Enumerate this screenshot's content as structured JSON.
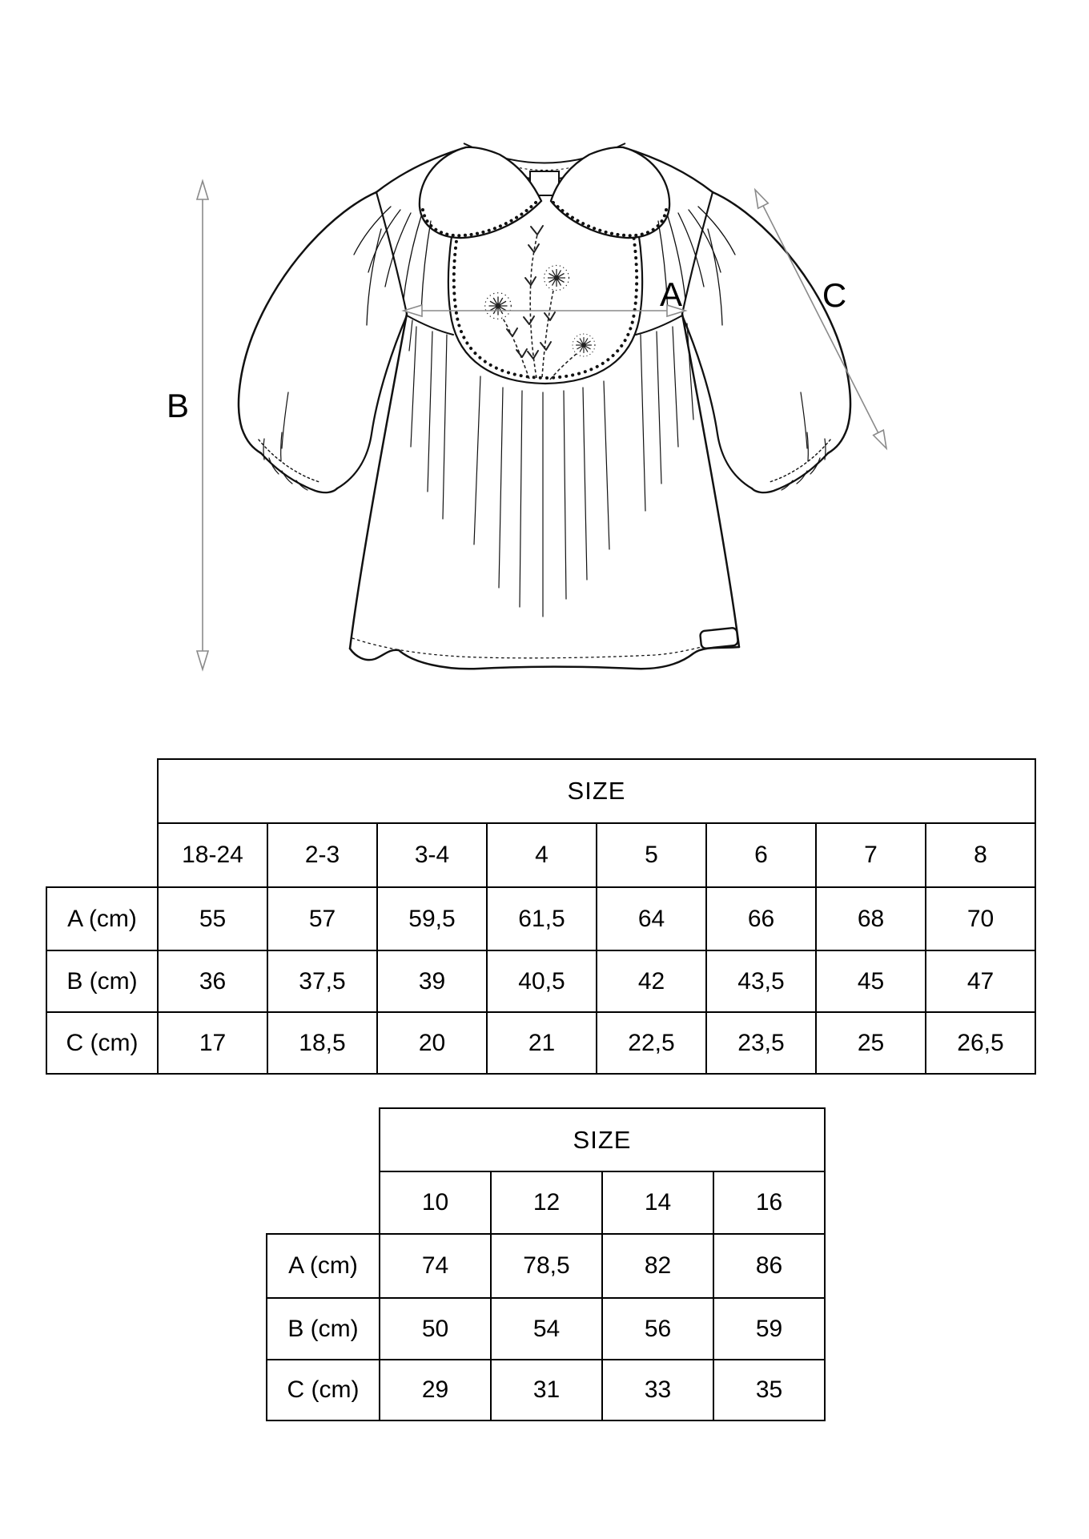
{
  "figure": {
    "description": "technical flat sketch of a girls blouse with peter-pan collar, embroidered bib and puff sleeves",
    "dimension_labels": {
      "chest_width": "A",
      "length": "B",
      "sleeve": "C"
    },
    "colors": {
      "line": "#111111",
      "arrow": "#8a8a8a",
      "background": "#ffffff"
    }
  },
  "tables": [
    {
      "name": "primary size table",
      "header": "SIZE",
      "sizes": [
        "18-24",
        "2-3",
        "3-4",
        "4",
        "5",
        "6",
        "7",
        "8"
      ],
      "rows": [
        {
          "label": "A (cm)",
          "values": [
            "55",
            "57",
            "59,5",
            "61,5",
            "64",
            "66",
            "68",
            "70"
          ]
        },
        {
          "label": "B (cm)",
          "values": [
            "36",
            "37,5",
            "39",
            "40,5",
            "42",
            "43,5",
            "45",
            "47"
          ]
        },
        {
          "label": "C (cm)",
          "values": [
            "17",
            "18,5",
            "20",
            "21",
            "22,5",
            "23,5",
            "25",
            "26,5"
          ]
        }
      ]
    },
    {
      "name": "secondary size table",
      "header": "SIZE",
      "sizes": [
        "10",
        "12",
        "14",
        "16"
      ],
      "rows": [
        {
          "label": "A (cm)",
          "values": [
            "74",
            "78,5",
            "82",
            "86"
          ]
        },
        {
          "label": "B (cm)",
          "values": [
            "50",
            "54",
            "56",
            "59"
          ]
        },
        {
          "label": "C (cm)",
          "values": [
            "29",
            "31",
            "33",
            "35"
          ]
        }
      ]
    }
  ]
}
